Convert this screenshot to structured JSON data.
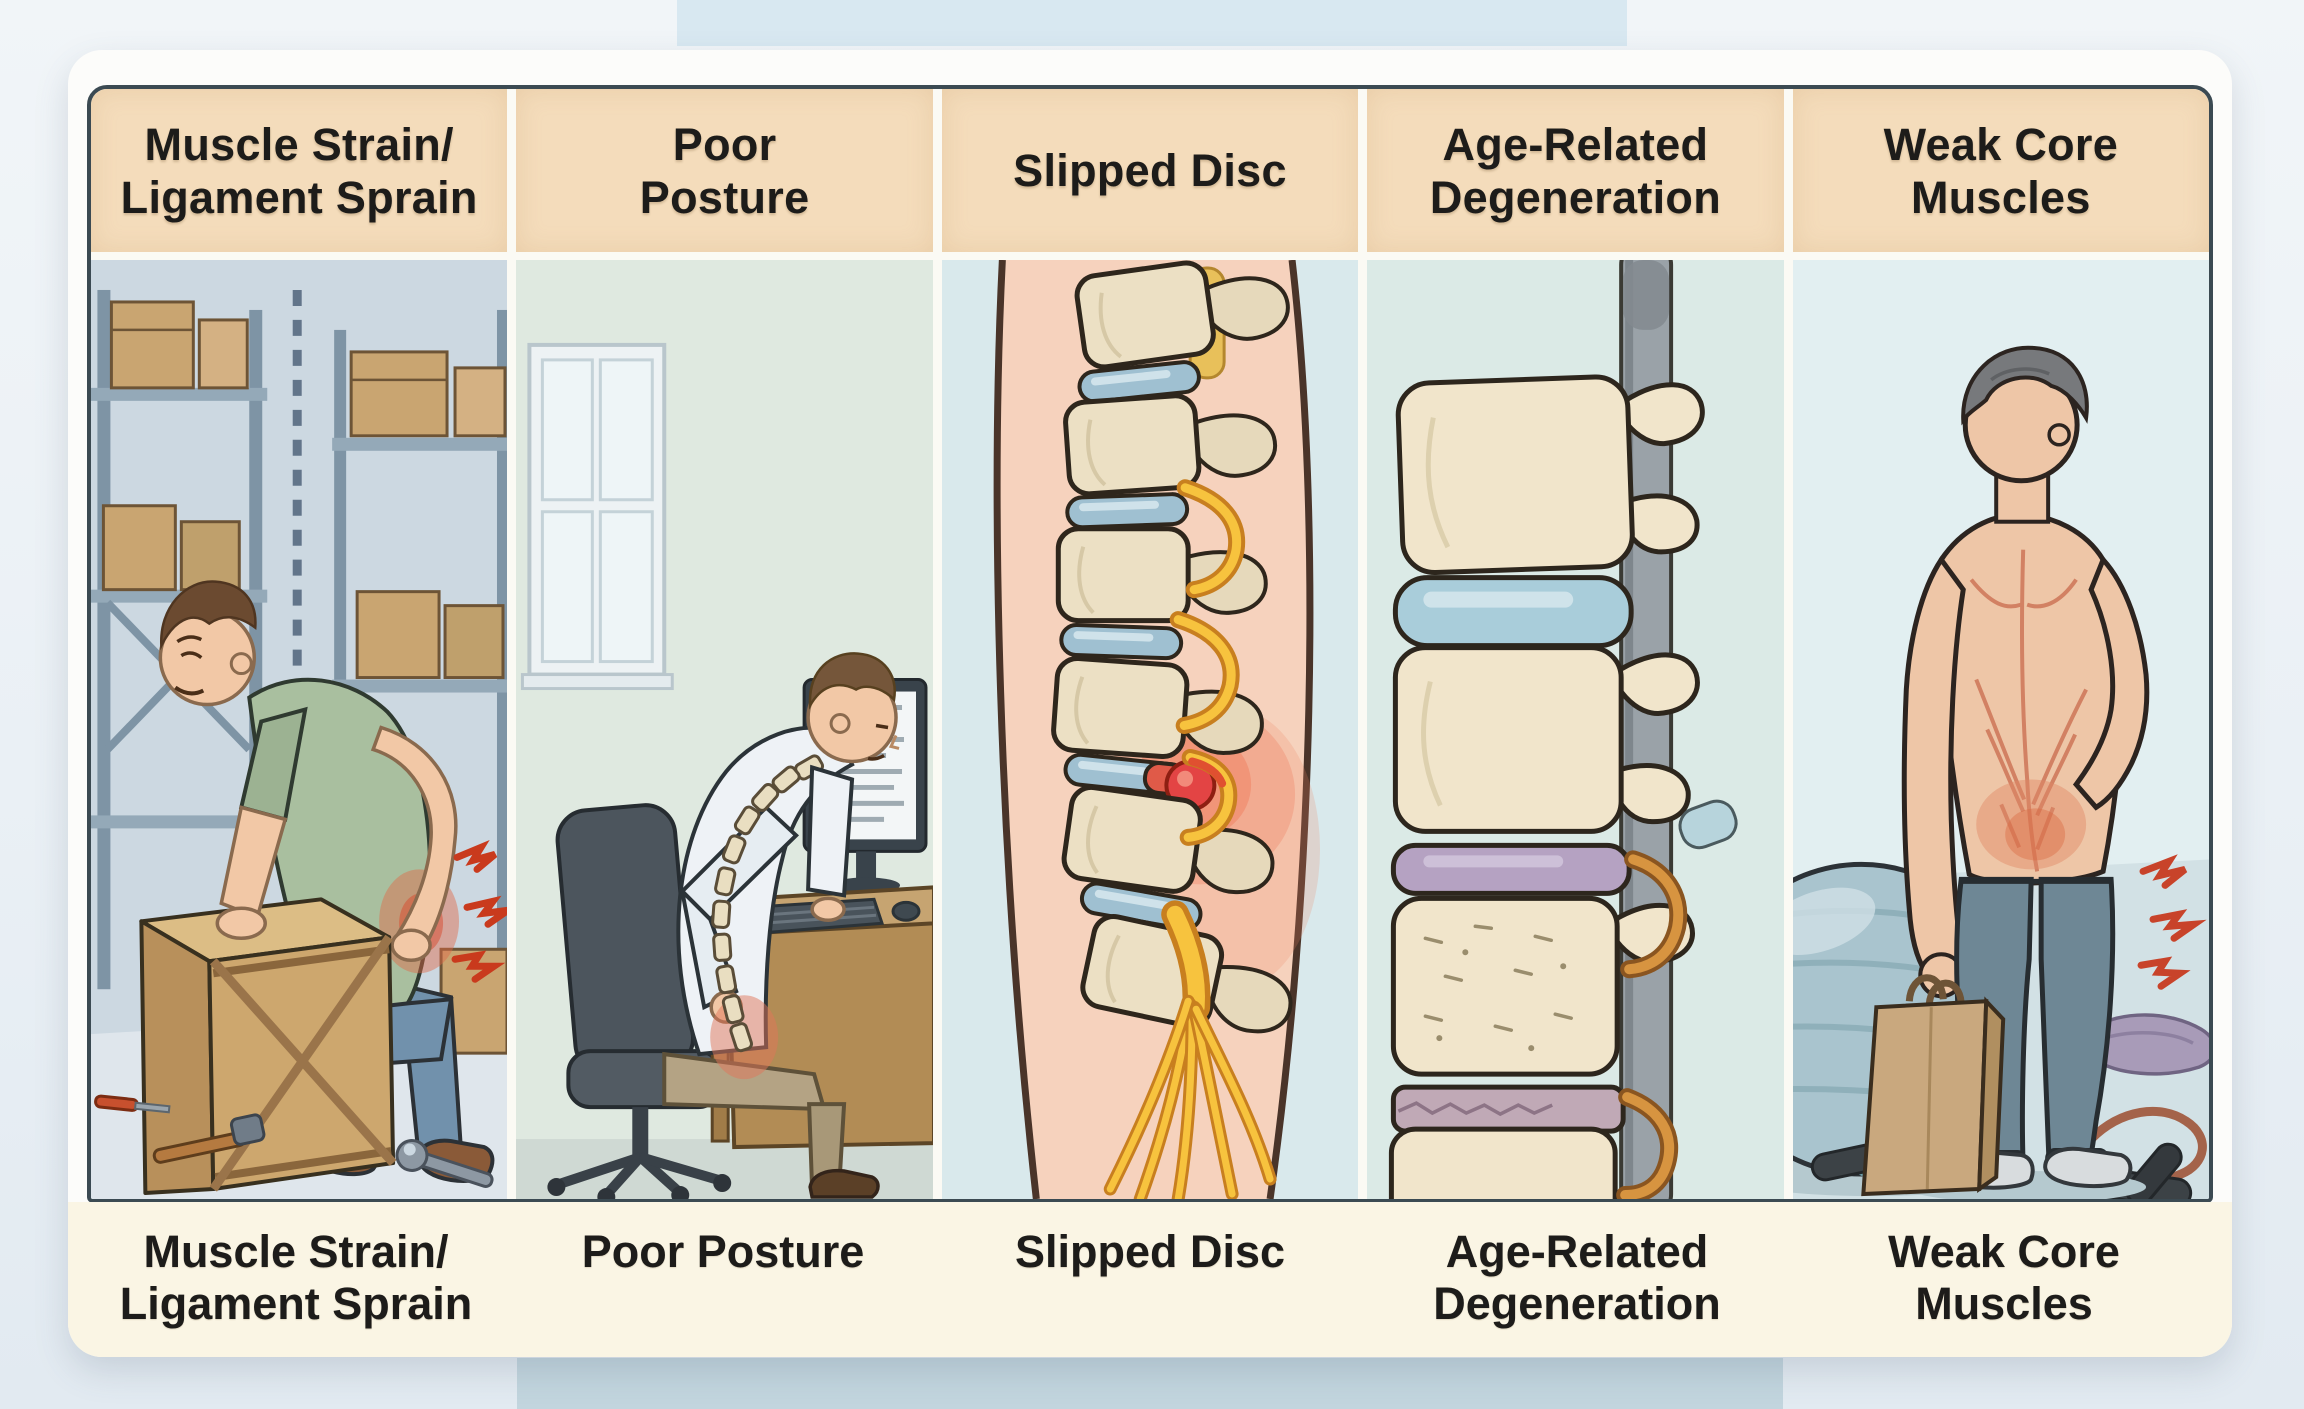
{
  "colors": {
    "page_bg": "#eaf0f5",
    "top_accent_bar": "#d8e8f1",
    "bottom_accent_bar": "#c2d5de",
    "card_bg": "#fcfcfa",
    "panel_border": "#3b4a52",
    "header_bg": "#f4dcbb",
    "footer_bg": "#faf5e4",
    "divider": "#fbfaf4",
    "text": "#1d1c1a",
    "pain_red": "#c93a1d",
    "nerve_yellow": "#f7c33e",
    "disc_blue": "#9fc0d1",
    "bone_cream": "#ece0c4"
  },
  "panels": [
    {
      "id": "muscle-strain",
      "header_lines": [
        "Muscle Strain/",
        "Ligament Sprain"
      ],
      "caption_lines": [
        "Muscle Strain/",
        "Ligament Sprain"
      ],
      "illustration": "man-lifting-wooden-crate-in-warehouse-with-lower-back-pain"
    },
    {
      "id": "poor-posture",
      "header_lines": [
        "Poor",
        "Posture"
      ],
      "caption_lines": [
        "Poor Posture"
      ],
      "illustration": "man-slouching-at-computer-desk-with-highlighted-spine"
    },
    {
      "id": "slipped-disc",
      "header_lines": [
        "Slipped Disc"
      ],
      "caption_lines": [
        "Slipped Disc"
      ],
      "illustration": "lumbar-spine-with-herniated-disc-pressing-on-nerves"
    },
    {
      "id": "age-related-degeneration",
      "header_lines": [
        "Age-Related",
        "Degeneration"
      ],
      "caption_lines": [
        "Age-Related",
        "Degeneration"
      ],
      "illustration": "degenerated-vertebrae-and-discs-with-spinal-cord"
    },
    {
      "id": "weak-core-muscles",
      "header_lines": [
        "Weak Core",
        "Muscles"
      ],
      "caption_lines": [
        "Weak Core",
        "Muscles"
      ],
      "illustration": "man-holding-shopping-bag-with-strained-back-exercise-ball"
    }
  ]
}
